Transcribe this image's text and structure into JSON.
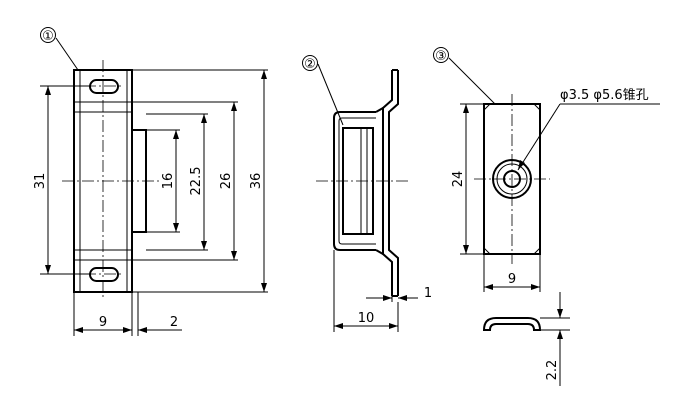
{
  "callouts": {
    "part1": "①",
    "part2": "②",
    "part3": "③"
  },
  "view1": {
    "dim_height_31": "31",
    "dim_inner_16": "16",
    "dim_22_5": "22.5",
    "dim_26": "26",
    "dim_36": "36",
    "dim_width_9": "9",
    "dim_offset_2": "2"
  },
  "view2": {
    "dim_thickness_1": "1",
    "dim_width_10": "10"
  },
  "view3": {
    "hole_note": "φ3.5  φ5.6锥孔",
    "dim_height_24": "24",
    "dim_width_9": "9",
    "dim_thickness_2_2": "2.2"
  }
}
